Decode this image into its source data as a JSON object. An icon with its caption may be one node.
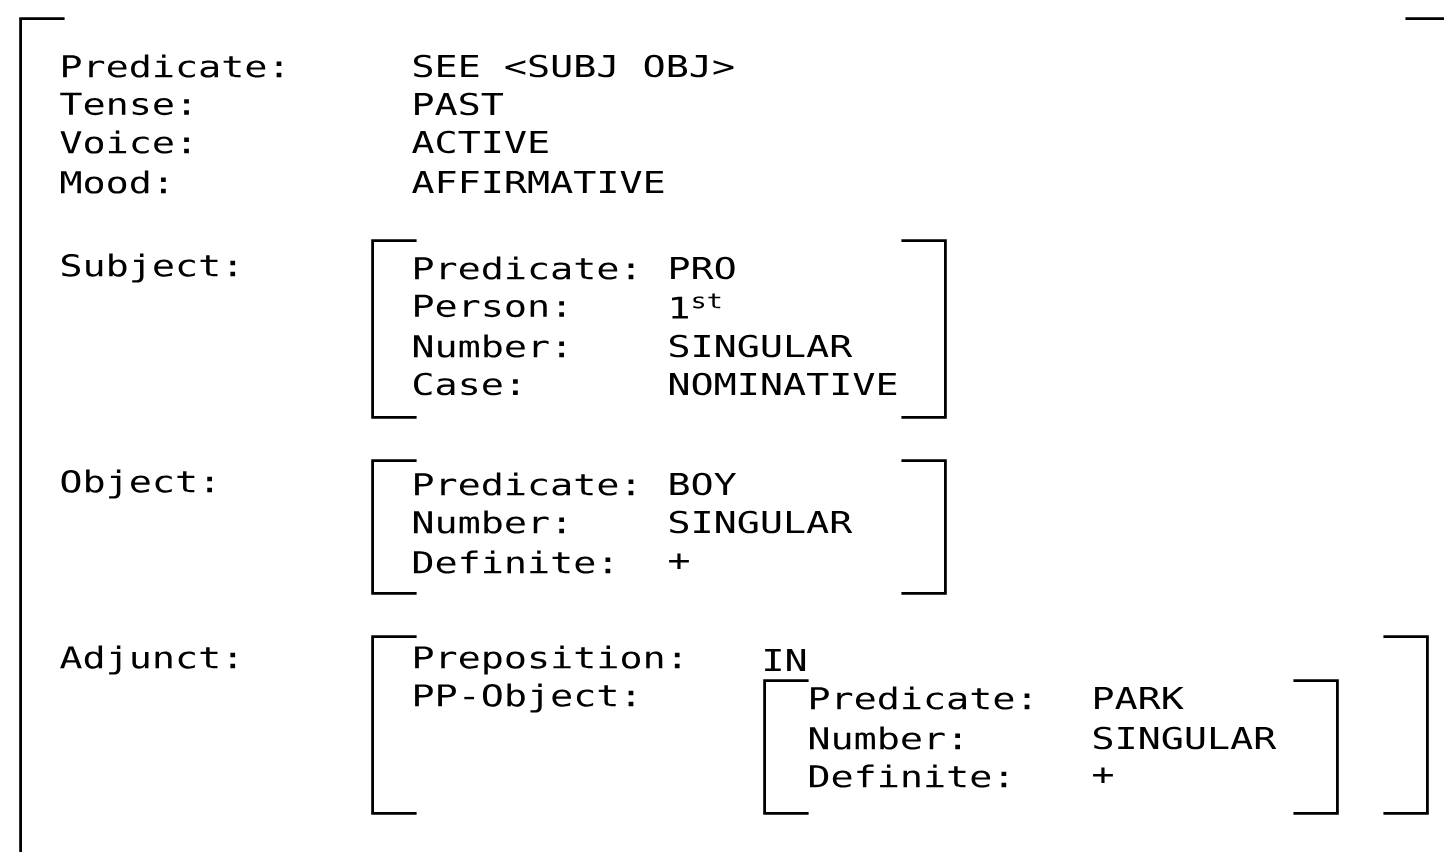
{
  "diagram": {
    "nodes": [
      {
        "text": [
          "Predicate:",
          "SEE <SUBJ OBJ>",
          "Tense:",
          "PAST",
          "Voice:",
          "ACTIVE",
          "Mood:",
          "AFFIRMATIVE",
          "Subject:",
          "Object:",
          "Adjunct:"
        ]
      },
      {
        "text": [
          "Predicate:",
          "PRO",
          "Person:",
          "1$^{st}$",
          "Number:",
          "SINGULAR",
          "Case:",
          "NOMINATIVE"
        ],
        "in": 0
      },
      {
        "text": [
          "Predicate:",
          "BOY",
          "Number:",
          "SINGULAR",
          "Definite:",
          "+"
        ],
        "in": 0
      },
      {
        "text": [
          "Preposition:",
          "IN",
          "PP-Object:"
        ],
        "in": 0
      },
      {
        "text": [
          "Predicate:",
          "PARK",
          "Number:",
          "SINGULAR",
          "Definite:",
          "+"
        ],
        "in": 3
      }
    ]
  }
}
